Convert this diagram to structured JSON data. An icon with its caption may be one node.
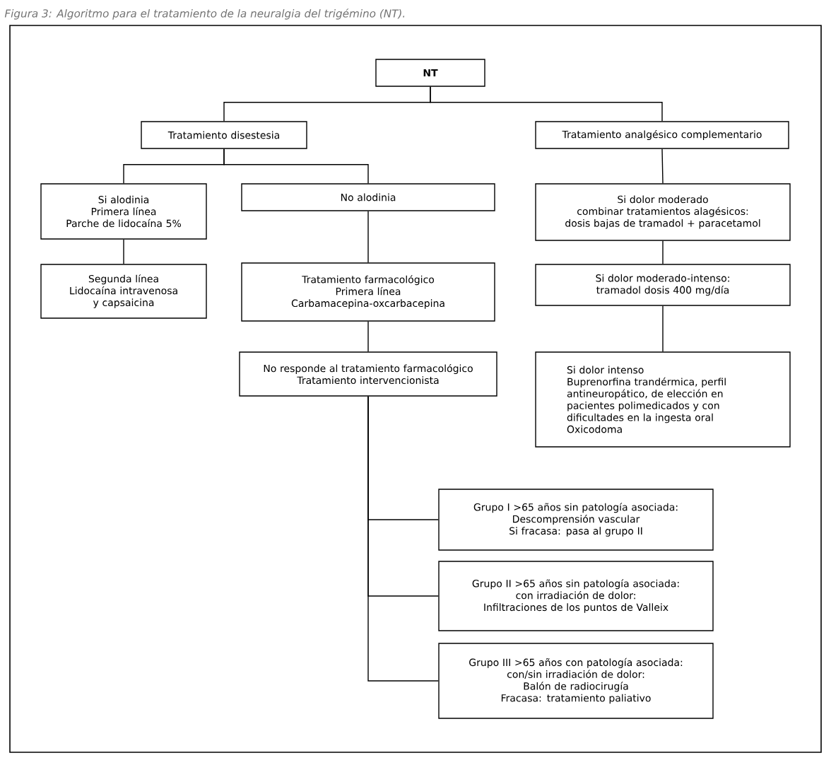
{
  "diagram": {
    "title": "Figura 3: Algoritmo para el tratamiento de la neuralgia del trigémino (NT).",
    "nodes": [
      {
        "text": [
          "NT"
        ]
      },
      {
        "text": [
          "Tratamiento disestesia"
        ]
      },
      {
        "text": [
          "Tratamiento analgésico complementario"
        ]
      },
      {
        "text": [
          "Si alodinia",
          "Primera línea",
          "Parche de lidocaína 5%"
        ]
      },
      {
        "text": [
          "No alodinia"
        ]
      },
      {
        "text": [
          "Si dolor moderado",
          "combinar tratamientos alagésicos:",
          "dosis bajas de tramadol + paracetamol"
        ]
      },
      {
        "text": [
          "Segunda línea",
          "Lidocaína intravenosa y capsaicina"
        ]
      },
      {
        "text": [
          "Tratamiento farmacológico",
          "Primera línea",
          "Carbamacepina-oxcarbacepina"
        ]
      },
      {
        "text": [
          "Si dolor moderado-intenso:",
          "tramadol dosis 400 mg/día"
        ]
      },
      {
        "text": [
          "No responde al tratamiento farmacológico",
          "Tratamiento intervencionista"
        ]
      },
      {
        "text": [
          "Si dolor intenso",
          "Buprenorfina trandérmica, perfil antineuropático, de elección en pacientes polimedicados y con dificultades en la ingesta oral",
          "Oxicodoma"
        ]
      },
      {
        "text": [
          "Grupo I >65 años sin patología asociada:",
          "Descomprensión vascular",
          "Si fracasa: pasa al grupo II"
        ]
      },
      {
        "text": [
          "Grupo II >65 años sin patología asociada:",
          "con irradiación de dolor:",
          "Infiltraciones de los puntos de Valleix"
        ]
      },
      {
        "text": [
          "Grupo III >65 años con patología asociada:",
          "con/sin irradiación de dolor:",
          "Balón de radiocirugía",
          "Fracasa: tratamiento paliativo"
        ]
      }
    ],
    "edges": [
      {
        "from": 0,
        "to": 1,
        "arrow": "none"
      },
      {
        "from": 0,
        "to": 2,
        "arrow": "none"
      },
      {
        "from": 1,
        "to": 3,
        "arrow": "none"
      },
      {
        "from": 1,
        "to": 4,
        "arrow": "none"
      },
      {
        "from": 3,
        "to": 6,
        "arrow": "none"
      },
      {
        "from": 4,
        "to": 7,
        "arrow": "none"
      },
      {
        "from": 7,
        "to": 9,
        "arrow": "none"
      },
      {
        "from": 2,
        "to": 5,
        "arrow": "none"
      },
      {
        "from": 5,
        "to": 8,
        "arrow": "none"
      },
      {
        "from": 8,
        "to": 10,
        "arrow": "none"
      },
      {
        "from": 9,
        "to": 11,
        "arrow": "none"
      },
      {
        "from": 9,
        "to": 12,
        "arrow": "none"
      },
      {
        "from": 9,
        "to": 13,
        "arrow": "none"
      }
    ]
  }
}
